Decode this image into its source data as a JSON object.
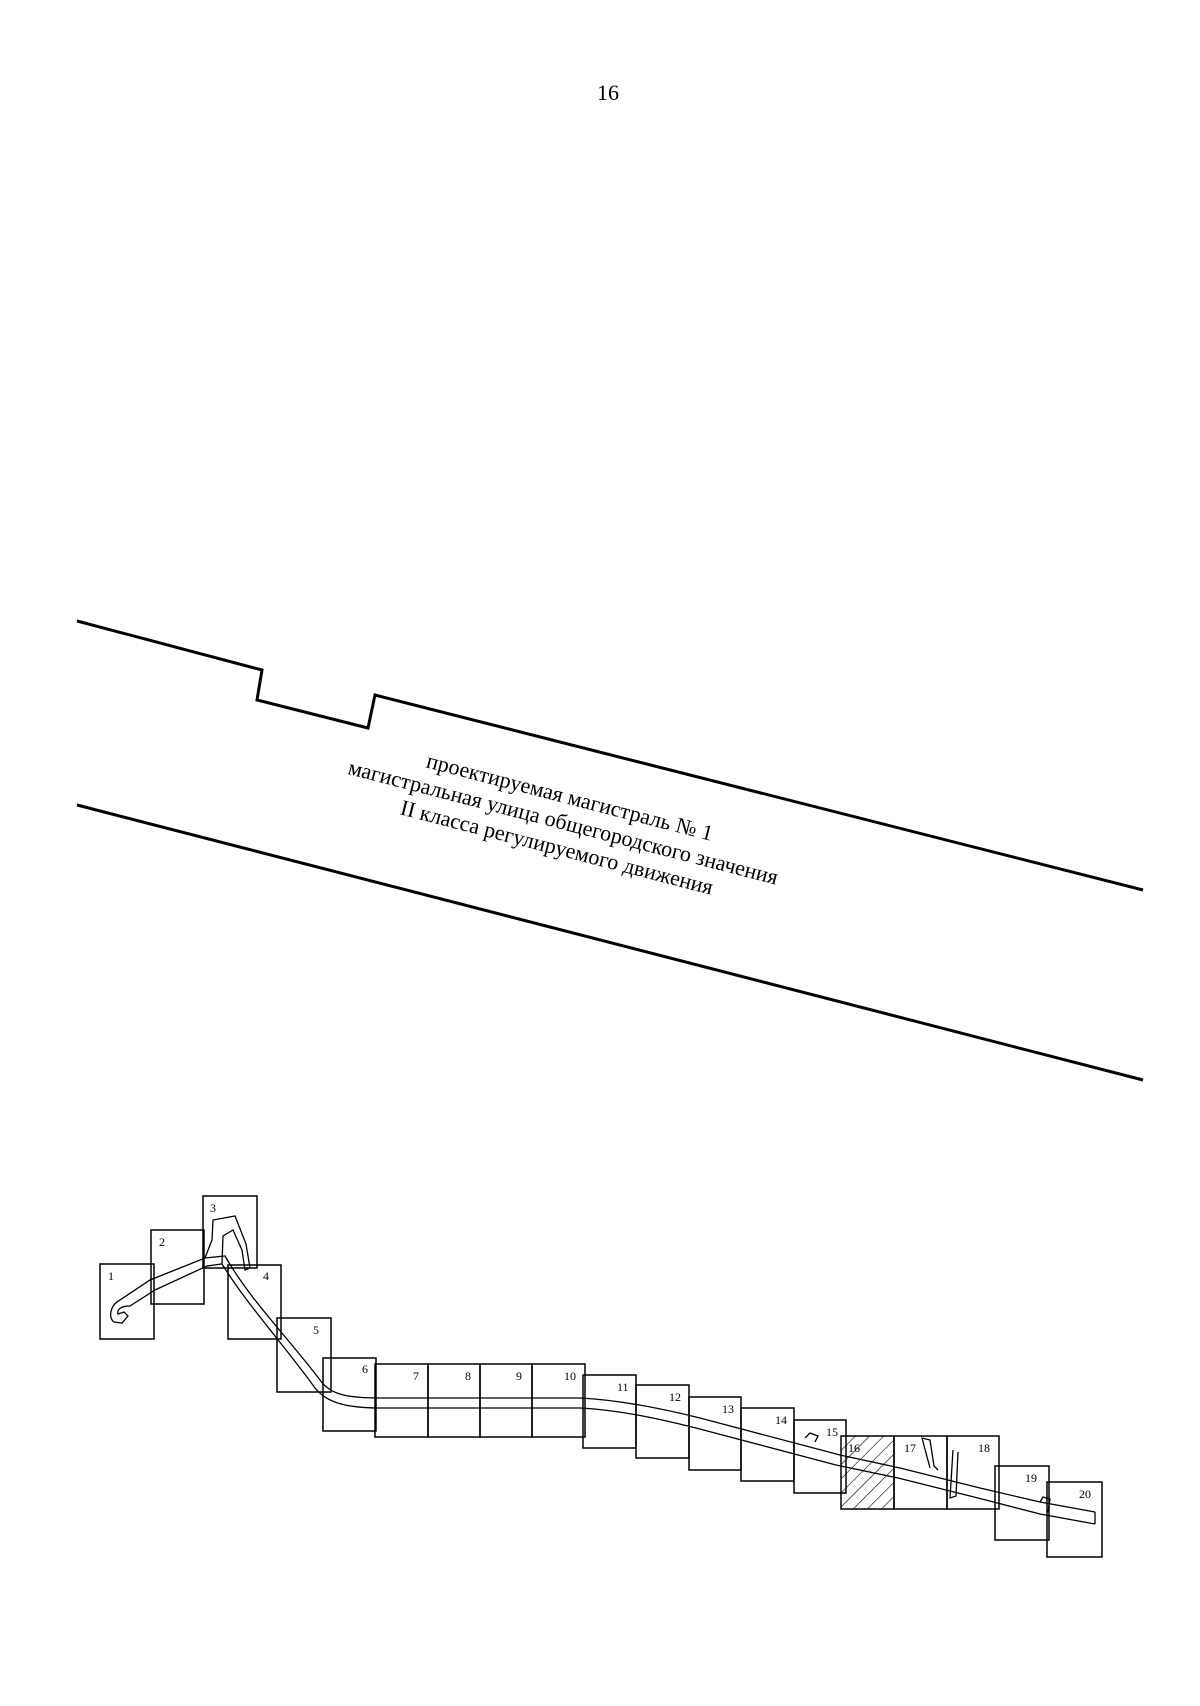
{
  "page": {
    "number": "16"
  },
  "street_label": {
    "line1": "проектируемая магистраль № 1",
    "line2": "магистральная улица общегородского значения",
    "line3": "II класса регулируемого движения"
  },
  "key_map": {
    "sheets": [
      "1",
      "2",
      "3",
      "4",
      "5",
      "6",
      "7",
      "8",
      "9",
      "10",
      "11",
      "12",
      "13",
      "14",
      "15",
      "16",
      "17",
      "18",
      "19",
      "20"
    ],
    "highlighted_sheet": "16"
  }
}
